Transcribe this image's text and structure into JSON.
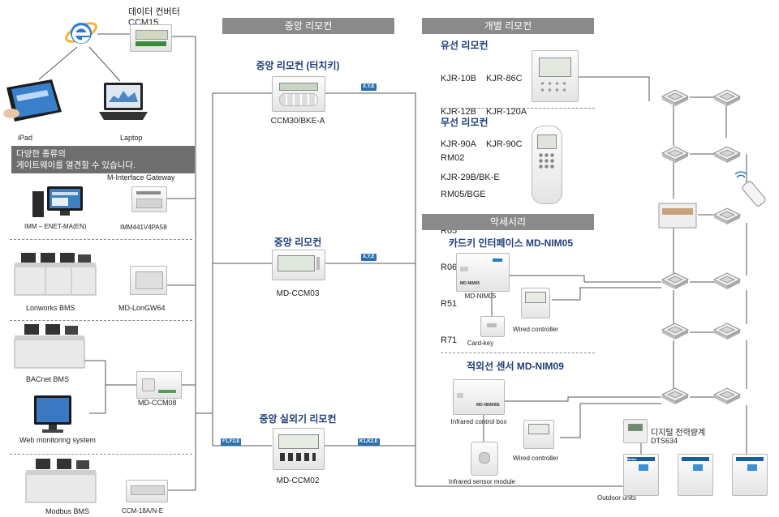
{
  "left": {
    "converter": {
      "title_line1": "데이터 컨버터",
      "title_line2": "CCM15"
    },
    "ipad": "iPad",
    "laptop": "Laptop",
    "gateway_note_line1": "다양한 종류의",
    "gateway_note_line2": "게이트웨이를 열견할 수  있습니다.",
    "m_interface": "M-Interface Gateway",
    "imm_software": "IMM – ENET-MA(EN)",
    "imm_device": "IMM441V4PA58",
    "lonworks_bms": "Lonworks BMS",
    "longw": "MD-LonGW64",
    "bacnet_bms": "BACnet BMS",
    "ccm08": "MD-CCM08",
    "web_monitoring": "Web monitoring system",
    "modbus_bms": "Modbus BMS",
    "ccm18": "CCM-18A/N-E"
  },
  "central": {
    "header": "중앙 리모컨",
    "touch_title": "중앙 리모컨 (터치키)",
    "touch_model": "CCM30/BKE-A",
    "touch_tag": "X,Y,E",
    "remote_title": "중앙 리모컨",
    "remote_model": "MD-CCM03",
    "remote_tag": "X,Y,E",
    "outdoor_title": "중앙 실외기 리모컨",
    "outdoor_model": "MD-CCM02",
    "outdoor_tag_left": "F1,F2,E",
    "outdoor_tag_right": "K1,K2,E"
  },
  "individual": {
    "header": "개별 리모컨",
    "wired_title": "유선 리모컨",
    "wired_models": [
      "KJR-10B",
      "KJR-86C",
      "KJR-12B",
      "KJR-120A",
      "KJR-90A",
      "KJR-90C",
      "KJR-29B/BK-E"
    ],
    "wireless_title": "무선 리모컨",
    "wireless_models": [
      "RM02",
      "RM05/BGE",
      "R05",
      "R06",
      "R51",
      "R71"
    ]
  },
  "accessory": {
    "header": "악세서리",
    "card_title": "카드키 인터페이스 MD-NIM05",
    "card_device": "MD-NIM05",
    "card_device_screen": "MD-NIM05",
    "card_key": "Card-key",
    "card_wired": "Wired controller",
    "ir_title": "적외선 센서 MD-NIM09",
    "ir_box": "Infrared control box",
    "ir_box_screen": "MD-NIM09/E",
    "ir_sensor": "Infrared sensor module",
    "ir_wired": "Wired controller"
  },
  "outdoor": {
    "meter_title": "디지털 전력량계",
    "meter_model": "DTS634",
    "units_label": "Outdoor units",
    "badge": "Midea"
  },
  "colors": {
    "header_bg": "#8a8a8a",
    "tag_blue": "#2a6fb0",
    "title_blue": "#1f3f78"
  }
}
